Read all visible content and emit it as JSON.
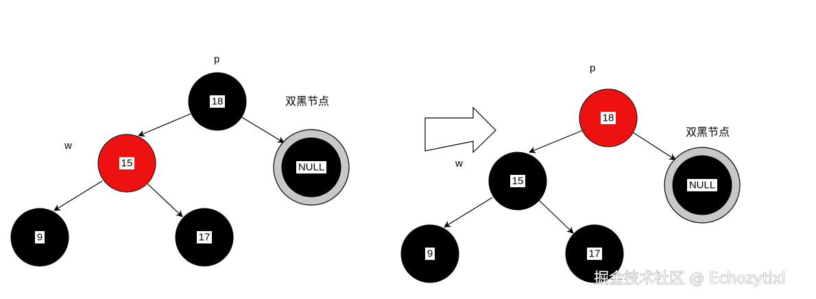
{
  "left_tree": {
    "label_p": "p",
    "label_w": "w",
    "caption_double_black": "双黑节点",
    "nodes": {
      "root": {
        "value": "18",
        "color": "#000000"
      },
      "left": {
        "value": "15",
        "color": "#ee1111"
      },
      "right": {
        "value": "NULL",
        "color": "#000000"
      },
      "left_left": {
        "value": "9",
        "color": "#000000"
      },
      "left_right": {
        "value": "17",
        "color": "#000000"
      }
    }
  },
  "right_tree": {
    "label_p": "p",
    "label_w": "w",
    "caption_double_black": "双黑节点",
    "nodes": {
      "root": {
        "value": "18",
        "color": "#ee1111"
      },
      "left": {
        "value": "15",
        "color": "#000000"
      },
      "right": {
        "value": "NULL",
        "color": "#000000"
      },
      "left_left": {
        "value": "9",
        "color": "#000000"
      },
      "left_right": {
        "value": "17",
        "color": "#000000"
      }
    }
  },
  "colors": {
    "red_node": "#ee1111",
    "black_node": "#000000",
    "double_black_ring": "#c8c8c8"
  },
  "watermark": "掘金技术社区 @ Echozytlxl"
}
